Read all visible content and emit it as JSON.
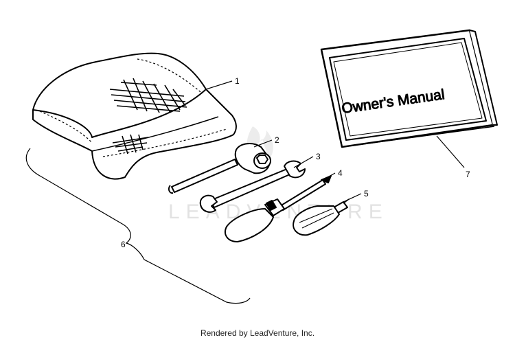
{
  "diagram": {
    "callouts": [
      {
        "id": "1",
        "label": "1"
      },
      {
        "id": "2",
        "label": "2"
      },
      {
        "id": "3",
        "label": "3"
      },
      {
        "id": "4",
        "label": "4"
      },
      {
        "id": "5",
        "label": "5"
      },
      {
        "id": "6",
        "label": "6"
      },
      {
        "id": "7",
        "label": "7"
      }
    ],
    "manual_title": "Owner's Manual",
    "watermark": "LEADVENTURE"
  },
  "footer": {
    "credit": "Rendered by LeadVenture, Inc."
  }
}
